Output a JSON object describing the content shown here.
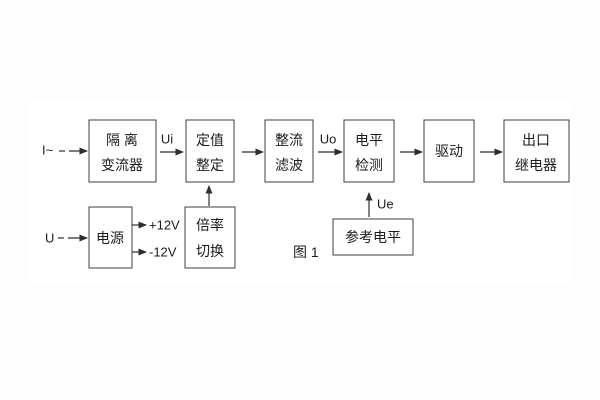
{
  "figure": {
    "caption": "图 1"
  },
  "signals": {
    "input_current": "I~",
    "input_voltage": "U",
    "ui": "Ui",
    "uo": "Uo",
    "ue": "Ue",
    "rail_positive": "+12V",
    "rail_negative": "-12V"
  },
  "blocks": {
    "isolation_transformer": {
      "line1": "隔 离",
      "line2": "变流器"
    },
    "setting_adjust": {
      "line1": "定值",
      "line2": "整定"
    },
    "rectify_filter": {
      "line1": "整流",
      "line2": "滤波"
    },
    "level_detect": {
      "line1": "电平",
      "line2": "检测"
    },
    "drive": {
      "label": "驱动"
    },
    "output_relay": {
      "line1": "出口",
      "line2": "继电器"
    },
    "power_supply": {
      "label": "电源"
    },
    "ratio_switch": {
      "line1": "倍率",
      "line2": "切换"
    },
    "reference_level": {
      "label": "参考电平"
    }
  },
  "colors": {
    "line": "#2e2e2e",
    "box_stroke": "#3f3f3f",
    "text": "#1c1c1c",
    "background": "#fdfdfd",
    "panel": "#ffffff"
  }
}
